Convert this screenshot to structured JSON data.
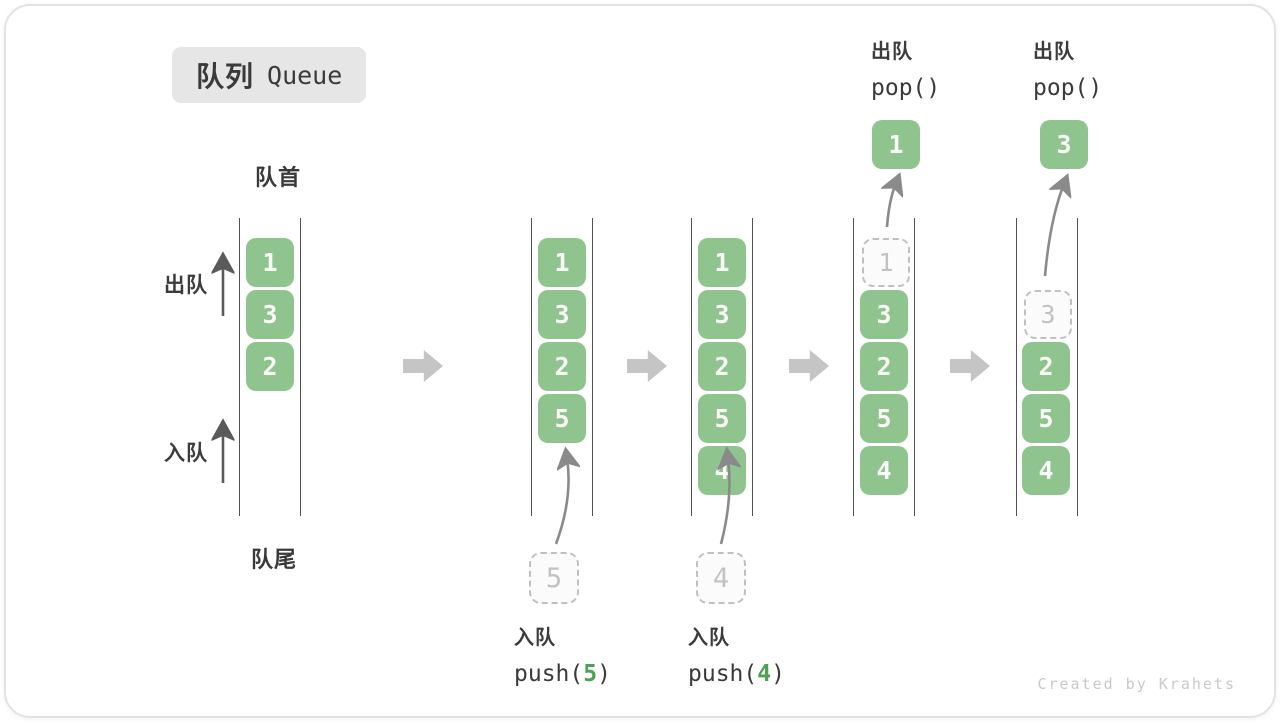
{
  "title": {
    "zh": "队列",
    "en": "Queue"
  },
  "queue_labels": {
    "front": "队首",
    "rear": "队尾",
    "dequeue_side": "出队",
    "enqueue_side": "入队"
  },
  "operations": {
    "push5": {
      "label": "入队",
      "code_pre": "push(",
      "arg": "5",
      "code_post": ")"
    },
    "push4": {
      "label": "入队",
      "code_pre": "push(",
      "arg": "4",
      "code_post": ")"
    },
    "pop1": {
      "label": "出队",
      "code": "pop()"
    },
    "pop2": {
      "label": "出队",
      "code": "pop()"
    }
  },
  "columns": [
    {
      "boxes": {
        "0": "1",
        "1": "3",
        "2": "2"
      }
    },
    {
      "boxes": {
        "0": "1",
        "1": "3",
        "2": "2",
        "3": "5"
      },
      "incoming": "5"
    },
    {
      "boxes": {
        "0": "1",
        "1": "3",
        "2": "2",
        "3": "5",
        "4": "4"
      },
      "incoming": "4"
    },
    {
      "ghost": "1",
      "boxes": {
        "0": "3",
        "1": "2",
        "2": "5",
        "3": "4"
      },
      "popped": "1"
    },
    {
      "ghost": "3",
      "boxes": {
        "0": "2",
        "1": "5",
        "2": "4"
      },
      "popped": "3"
    }
  ],
  "watermark": "Created by Krahets",
  "colors": {
    "box_green": "#8FC48F",
    "accent_green": "#4CA154",
    "rail": "#515151",
    "block_arrow": "#C5C5C5"
  }
}
